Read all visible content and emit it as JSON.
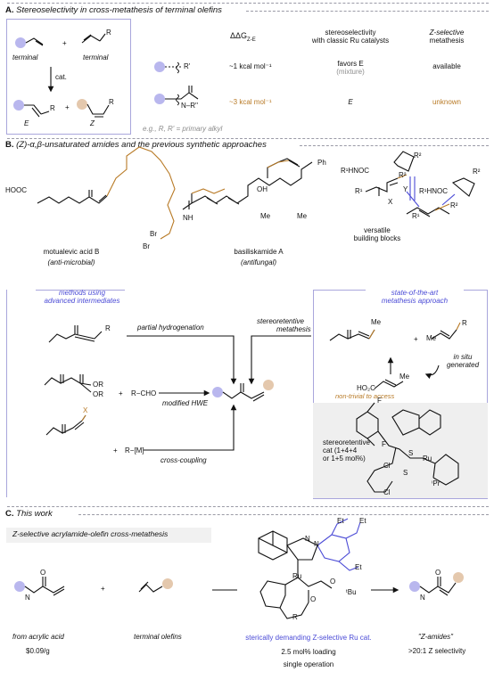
{
  "sectionA": {
    "title_letter": "A.",
    "title": "Stereoselectivity in cross-metathesis of terminal olefins",
    "label_terminal_1": "terminal",
    "label_terminal_2": "terminal",
    "plus": "+",
    "cat": "cat.",
    "label_E": "E",
    "label_Z": "Z",
    "sub_R": "R",
    "col_dG": "ΔΔG",
    "col_dG_sub": "Z-E",
    "col_stereo_1": "stereoselectivity",
    "col_stereo_2": "with classic Ru catalysts",
    "col_zsel_1": "Z-selective",
    "col_zsel_2": "metathesis",
    "row1_group": "R'",
    "row1_energy": "~1 kcal mol⁻¹",
    "row1_stereo": "favors E",
    "row1_stereo_note": "(mixture)",
    "row1_zsel": "available",
    "row2_group": "N–R''",
    "row2_energy": "~3 kcal mol⁻¹",
    "row2_stereo": "E",
    "row2_zsel": "unknown",
    "footnote": "e.g., R, R' = primary alkyl",
    "color_orange": "#b87a26",
    "color_blue": "#4b4bd6",
    "color_dot": "#b9b7ee",
    "color_dot_orange": "#e4c8ad"
  },
  "sectionB": {
    "title_letter": "B.",
    "title": "(Z)-α,β-unsaturated amides and the previous synthetic approaches",
    "mol1_name": "motualevic acid B",
    "mol1_note": "(anti-microbial)",
    "mol1_hooc": "HOOC",
    "mol1_br": "Br",
    "mol2_name": "basiliskamide A",
    "mol2_note": "(antifungal)",
    "mol2_oh": "OH",
    "mol2_me": "Me",
    "mol2_ph": "Ph",
    "mol2_nh2": "NH",
    "block_name_1": "versatile",
    "block_name_2": "building blocks",
    "block_r1hnoc": "R¹HNOC",
    "block_x": "X",
    "block_y": "Y",
    "block_r2": "R²",
    "block_r1": "R¹",
    "left_box_title_1": "methods using",
    "left_box_title_2": "advanced intermediates",
    "right_box_title_1": "state-of-the-art",
    "right_box_title_2": "metathesis approach",
    "arrow_partial": "partial hydrogenation",
    "arrow_hwe": "modified HWE",
    "arrow_cc": "cross-coupling",
    "arrow_stereoretentive_1": "stereoretentive",
    "arrow_stereoretentive_2": "metathesis",
    "reagent_cho": "R−CHO",
    "reagent_m": "R−[M]",
    "reagent_or": "OR",
    "reagent_r": "R",
    "reagent_x": "X",
    "me_label": "Me",
    "in_situ_1": "in situ",
    "in_situ_2": "generated",
    "ho2c": "HO₂C",
    "non_trivial": "non-trivial to access",
    "cat_label_1": "stereoretentive",
    "cat_label_2": "cat  (1+4+4",
    "cat_label_3": "or 1+5 mol%)",
    "cat_cl": "Cl",
    "cat_f": "F",
    "cat_s": "S",
    "cat_ru": "Ru",
    "cat_ipr": "ⁱPr"
  },
  "sectionC": {
    "title_letter": "C.",
    "title": "This work",
    "banner": "Z-selective acrylamide-olefin cross-metathesis",
    "from_acrylic": "from acrylic acid",
    "price": "$0.09/g",
    "terminal": "terminal olefins",
    "catalyst_caption": "sterically demanding Z-selective Ru cat.",
    "loading": "2.5 mol% loading",
    "single": "single operation",
    "product_label": "\"Z-amides\"",
    "selectivity": ">20:1 Z selectivity",
    "et": "Et",
    "tbu": "ᵗBu",
    "ru": "Ru",
    "n": "N",
    "o": "O",
    "r": "R"
  }
}
